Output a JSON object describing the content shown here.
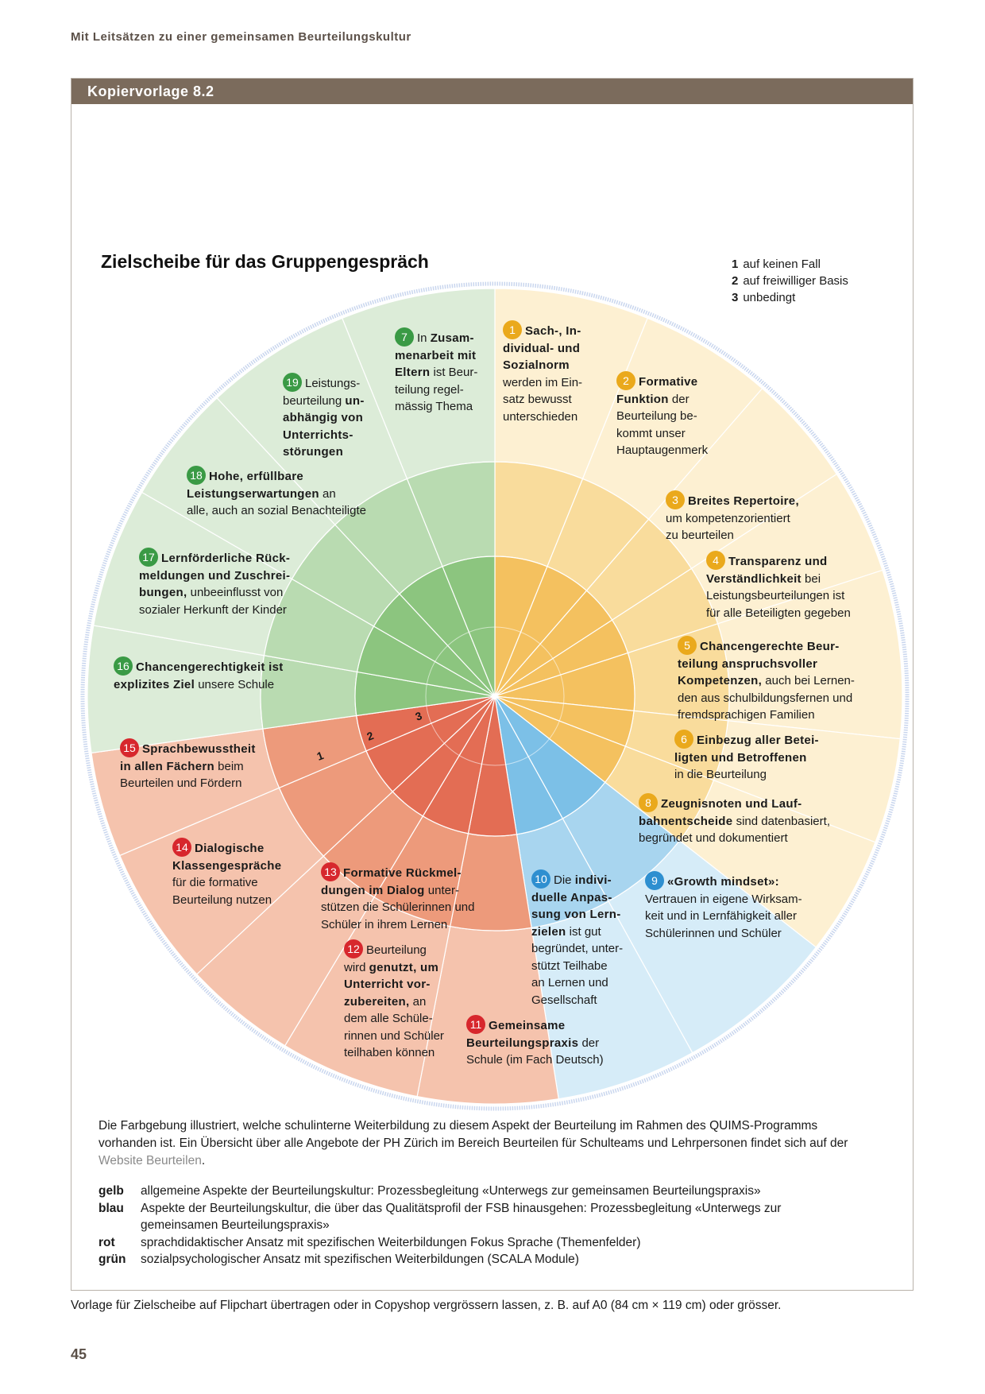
{
  "running_head": "Mit Leitsätzen zu einer gemeinsamen Beurteilungskultur",
  "bar_label": "Kopiervorlage 8.2",
  "title": "Zielscheibe für das Gruppengespräch",
  "scale": [
    {
      "n": "1",
      "text": "auf keinen Fall"
    },
    {
      "n": "2",
      "text": "auf freiwilliger Basis"
    },
    {
      "n": "3",
      "text": "unbedingt"
    }
  ],
  "ring_numbers": [
    "1",
    "2",
    "3"
  ],
  "colors": {
    "yellow": [
      "#fdf0d2",
      "#f9dc9c",
      "#f4c15f"
    ],
    "blue": [
      "#d6ecf8",
      "#a8d5ef",
      "#7cc0e7"
    ],
    "red": [
      "#f5c3ad",
      "#ed9a7b",
      "#e36d54"
    ],
    "green": [
      "#dcecd8",
      "#b9dbb1",
      "#8cc57f"
    ],
    "badge_yellow": "#eaa91c",
    "badge_blue": "#2e8fd0",
    "badge_red": "#d7272d",
    "badge_green": "#3a9a45"
  },
  "segments": [
    {
      "n": "1",
      "lines": [
        "Sach-, In-|b",
        "dividual- und|b",
        "Sozialnorm|b",
        "werden im Ein-",
        "satz bewusst",
        "unterschieden"
      ]
    },
    {
      "n": "2",
      "lines": [
        "Formative|b",
        "Funktion| der|b",
        "Beurteilung be-",
        "kommt unser",
        "Hauptaugenmerk"
      ]
    },
    {
      "n": "3",
      "lines": [
        "Breites Repertoire,|b",
        "um kompetenzorientiert",
        "zu beurteilen"
      ]
    },
    {
      "n": "4",
      "lines": [
        "Transparenz und|b",
        "Verständlichkeit| bei|b",
        "Leistungsbeurteilungen ist",
        "für alle Beteiligten gegeben"
      ]
    },
    {
      "n": "5",
      "lines": [
        "Chancengerechte Beur-|b",
        "teilung anspruchsvoller|b",
        "Kompetenzen,| auch bei Lernen-|b",
        "den aus schulbildungsfernen und",
        "fremdsprachigen Familien"
      ]
    },
    {
      "n": "6",
      "lines": [
        "Einbezug aller Betei-|b",
        "ligten und Betroffenen|b",
        "in die Beurteilung"
      ]
    },
    {
      "n": "8",
      "lines": [
        "Zeugnisnoten und Lauf-|b",
        "bahnentscheide| sind datenbasiert,|b",
        "begründet und dokumentiert"
      ]
    },
    {
      "n": "9",
      "lines": [
        "«Growth mindset»:|b",
        "Vertrauen in eigene Wirksam-",
        "keit und in Lernfähigkeit aller",
        "Schülerinnen und Schüler"
      ]
    },
    {
      "n": "10",
      "lines": [
        "Die |indivi-|bb",
        "duelle Anpas-|b",
        "sung von Lern-|b",
        "zielen| ist gut|b",
        "begründet, unter-",
        "stützt Teilhabe",
        "an Lernen und",
        "Gesellschaft"
      ]
    },
    {
      "n": "11",
      "lines": [
        "Gemeinsame|b",
        "Beurteilungspraxis| der|b",
        "Schule (im Fach Deutsch)"
      ]
    },
    {
      "n": "12",
      "lines": [
        "Beurteilung",
        "wird |genutzt, um|bb",
        "Unterricht vor-|b",
        "zubereiten,| an|b",
        "dem alle Schüle-",
        "rinnen und Schüler",
        "teilhaben können"
      ]
    },
    {
      "n": "13",
      "lines": [
        "Formative Rückmel-|b",
        "dungen im Dialog| unter-|b",
        "stützen die Schülerinnen und",
        "Schüler in ihrem Lernen"
      ]
    },
    {
      "n": "14",
      "lines": [
        "Dialogische|b",
        "Klassengespräche|b",
        "für die formative",
        "Beurteilung nutzen"
      ]
    },
    {
      "n": "15",
      "lines": [
        "Sprachbewusstheit|b",
        "in allen Fächern| beim|b",
        "Beurteilen und Fördern"
      ]
    },
    {
      "n": "16",
      "lines": [
        "Chancengerechtigkeit ist|b",
        "explizites Ziel| unsere Schule|b"
      ]
    },
    {
      "n": "17",
      "lines": [
        "Lernförderliche Rück-|b",
        "meldungen und Zuschrei-|b",
        "bungen,| unbeeinflusst von|b",
        "sozialer Herkunft der Kinder"
      ]
    },
    {
      "n": "18",
      "lines": [
        "Hohe, erfüllbare|b",
        "Leistungserwartungen| an|b",
        "alle, auch an sozial Benachteiligte"
      ]
    },
    {
      "n": "19",
      "lines": [
        "Leistungs-",
        "beurteilung |un-|bb",
        "abhängig von|b",
        "Unterrichts-|b",
        "störungen|b"
      ]
    },
    {
      "n": "7",
      "lines": [
        "In |Zusam-|bb",
        "menarbeit mit|b",
        "Eltern| ist Beur-|b",
        "teilung regel-",
        "mässig Thema"
      ]
    }
  ],
  "explanation": {
    "text": "Die Farbgebung illustriert, welche schulinterne Weiterbildung zu diesem Aspekt der Beurteilung im Rahmen des QUIMS-Programms vorhanden ist. Ein Übersicht über alle Angebote der PH Zürich im Bereich Beurteilen für Schulteams und Lehrpersonen findet sich auf der ",
    "link": "Website Beurteilen",
    "end": "."
  },
  "legend": [
    {
      "key": "gelb",
      "text": "allgemeine Aspekte der Beurteilungskultur: Prozessbegleitung «Unterwegs zur gemeinsamen Beurteilungspraxis»"
    },
    {
      "key": "blau",
      "text": "Aspekte der Beurteilungskultur, die über das Qualitätsprofil der FSB hinausgehen: Prozessbegleitung «Unterwegs zur gemeinsamen Beurteilungspraxis»"
    },
    {
      "key": "rot",
      "text": "sprachdidaktischer Ansatz mit spezifischen Weiterbildungen Fokus Sprache (Themenfelder)"
    },
    {
      "key": "grün",
      "text": "sozialpsychologischer Ansatz mit spezifischen Weiterbildungen (SCALA Module)"
    }
  ],
  "footnote": "Vorlage für Zielscheibe auf Flipchart übertragen oder in Copyshop vergrössern lassen, z. B. auf A0 (84 cm × 119 cm) oder grösser.",
  "page_number": "45"
}
